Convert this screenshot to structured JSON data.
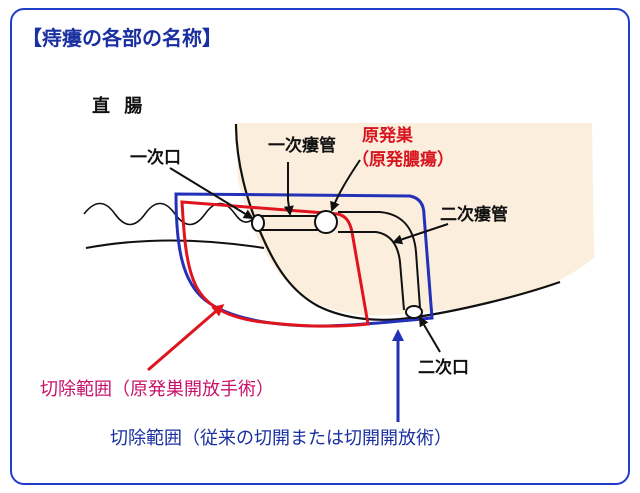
{
  "title": "【痔瘻の各部の名称】",
  "labels": {
    "rectum": "直 腸",
    "primary_opening": "一次口",
    "primary_tract": "一次瘻管",
    "nest": "原発巣",
    "nest_sub": "（原発膿瘍）",
    "secondary_tract": "二次瘻管",
    "secondary_opening": "二次口",
    "excision_nest": "切除範囲（原発巣開放手術）",
    "excision_conventional": "切除範囲（従来の切開または切開開放術）"
  },
  "colors": {
    "border": "#1f3fc9",
    "title": "#1a2fa0",
    "tissue": "#fbeedd",
    "red_outline": "#e0141e",
    "blue_outline": "#2231b8",
    "nest_text": "#d8141f",
    "excision_nest_text": "#c8126a",
    "excision_conventional_text": "#1a2fa0"
  }
}
